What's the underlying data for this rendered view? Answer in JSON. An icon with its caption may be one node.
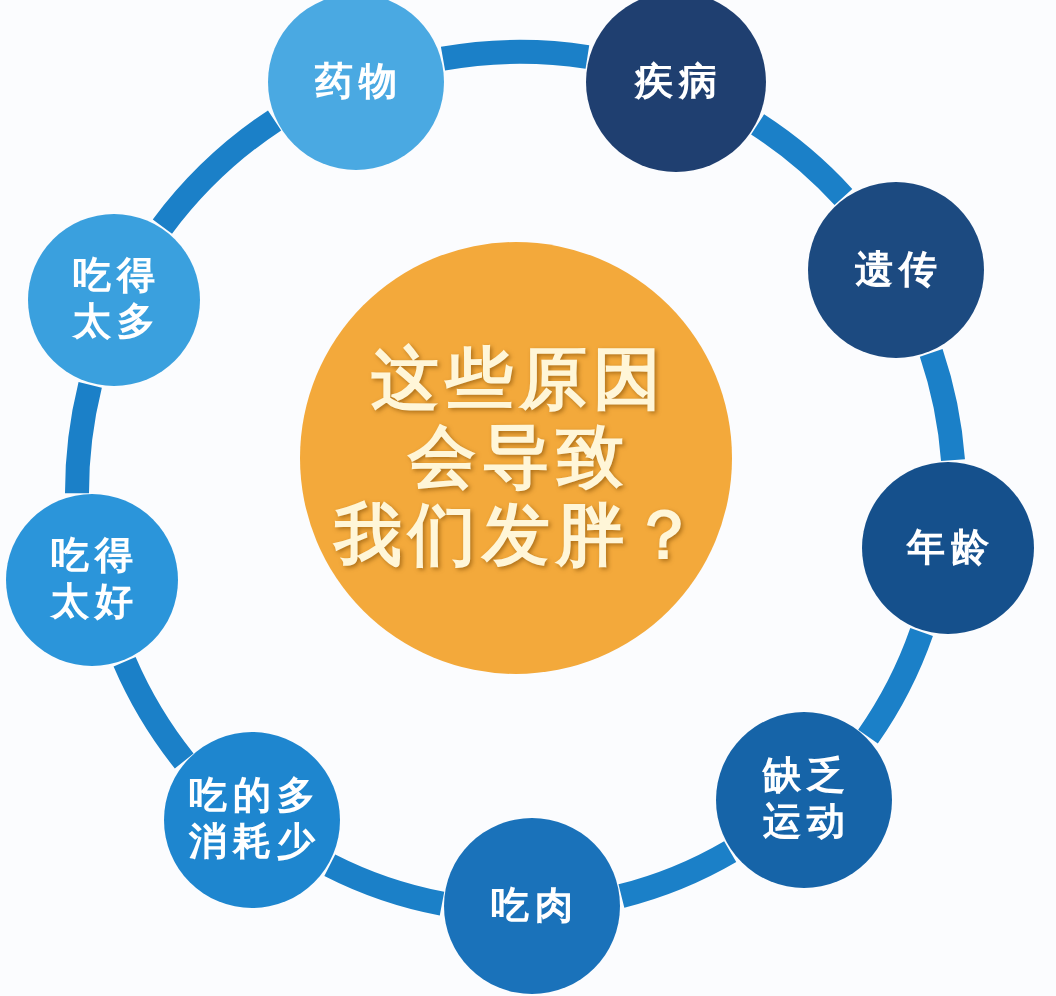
{
  "diagram": {
    "nodes": [
      {
        "text": [
          "这些原因会导致我们发胖？"
        ]
      },
      {
        "text": [
          "药物"
        ]
      },
      {
        "text": [
          "疾病"
        ]
      },
      {
        "text": [
          "遗传"
        ]
      },
      {
        "text": [
          "年龄"
        ]
      },
      {
        "text": [
          "缺乏运动"
        ]
      },
      {
        "text": [
          "吃肉"
        ]
      },
      {
        "text": [
          "吃的多消耗少"
        ]
      },
      {
        "text": [
          "吃得太好"
        ]
      },
      {
        "text": [
          "吃得太多"
        ]
      }
    ],
    "edges": [
      {
        "from": 1,
        "to": 2,
        "arrow": "none"
      },
      {
        "from": 2,
        "to": 3,
        "arrow": "none"
      },
      {
        "from": 3,
        "to": 4,
        "arrow": "none"
      },
      {
        "from": 4,
        "to": 5,
        "arrow": "none"
      },
      {
        "from": 5,
        "to": 6,
        "arrow": "none"
      },
      {
        "from": 6,
        "to": 7,
        "arrow": "none"
      },
      {
        "from": 7,
        "to": 8,
        "arrow": "none"
      },
      {
        "from": 8,
        "to": 9,
        "arrow": "none"
      },
      {
        "from": 9,
        "to": 1,
        "arrow": "none"
      }
    ]
  }
}
